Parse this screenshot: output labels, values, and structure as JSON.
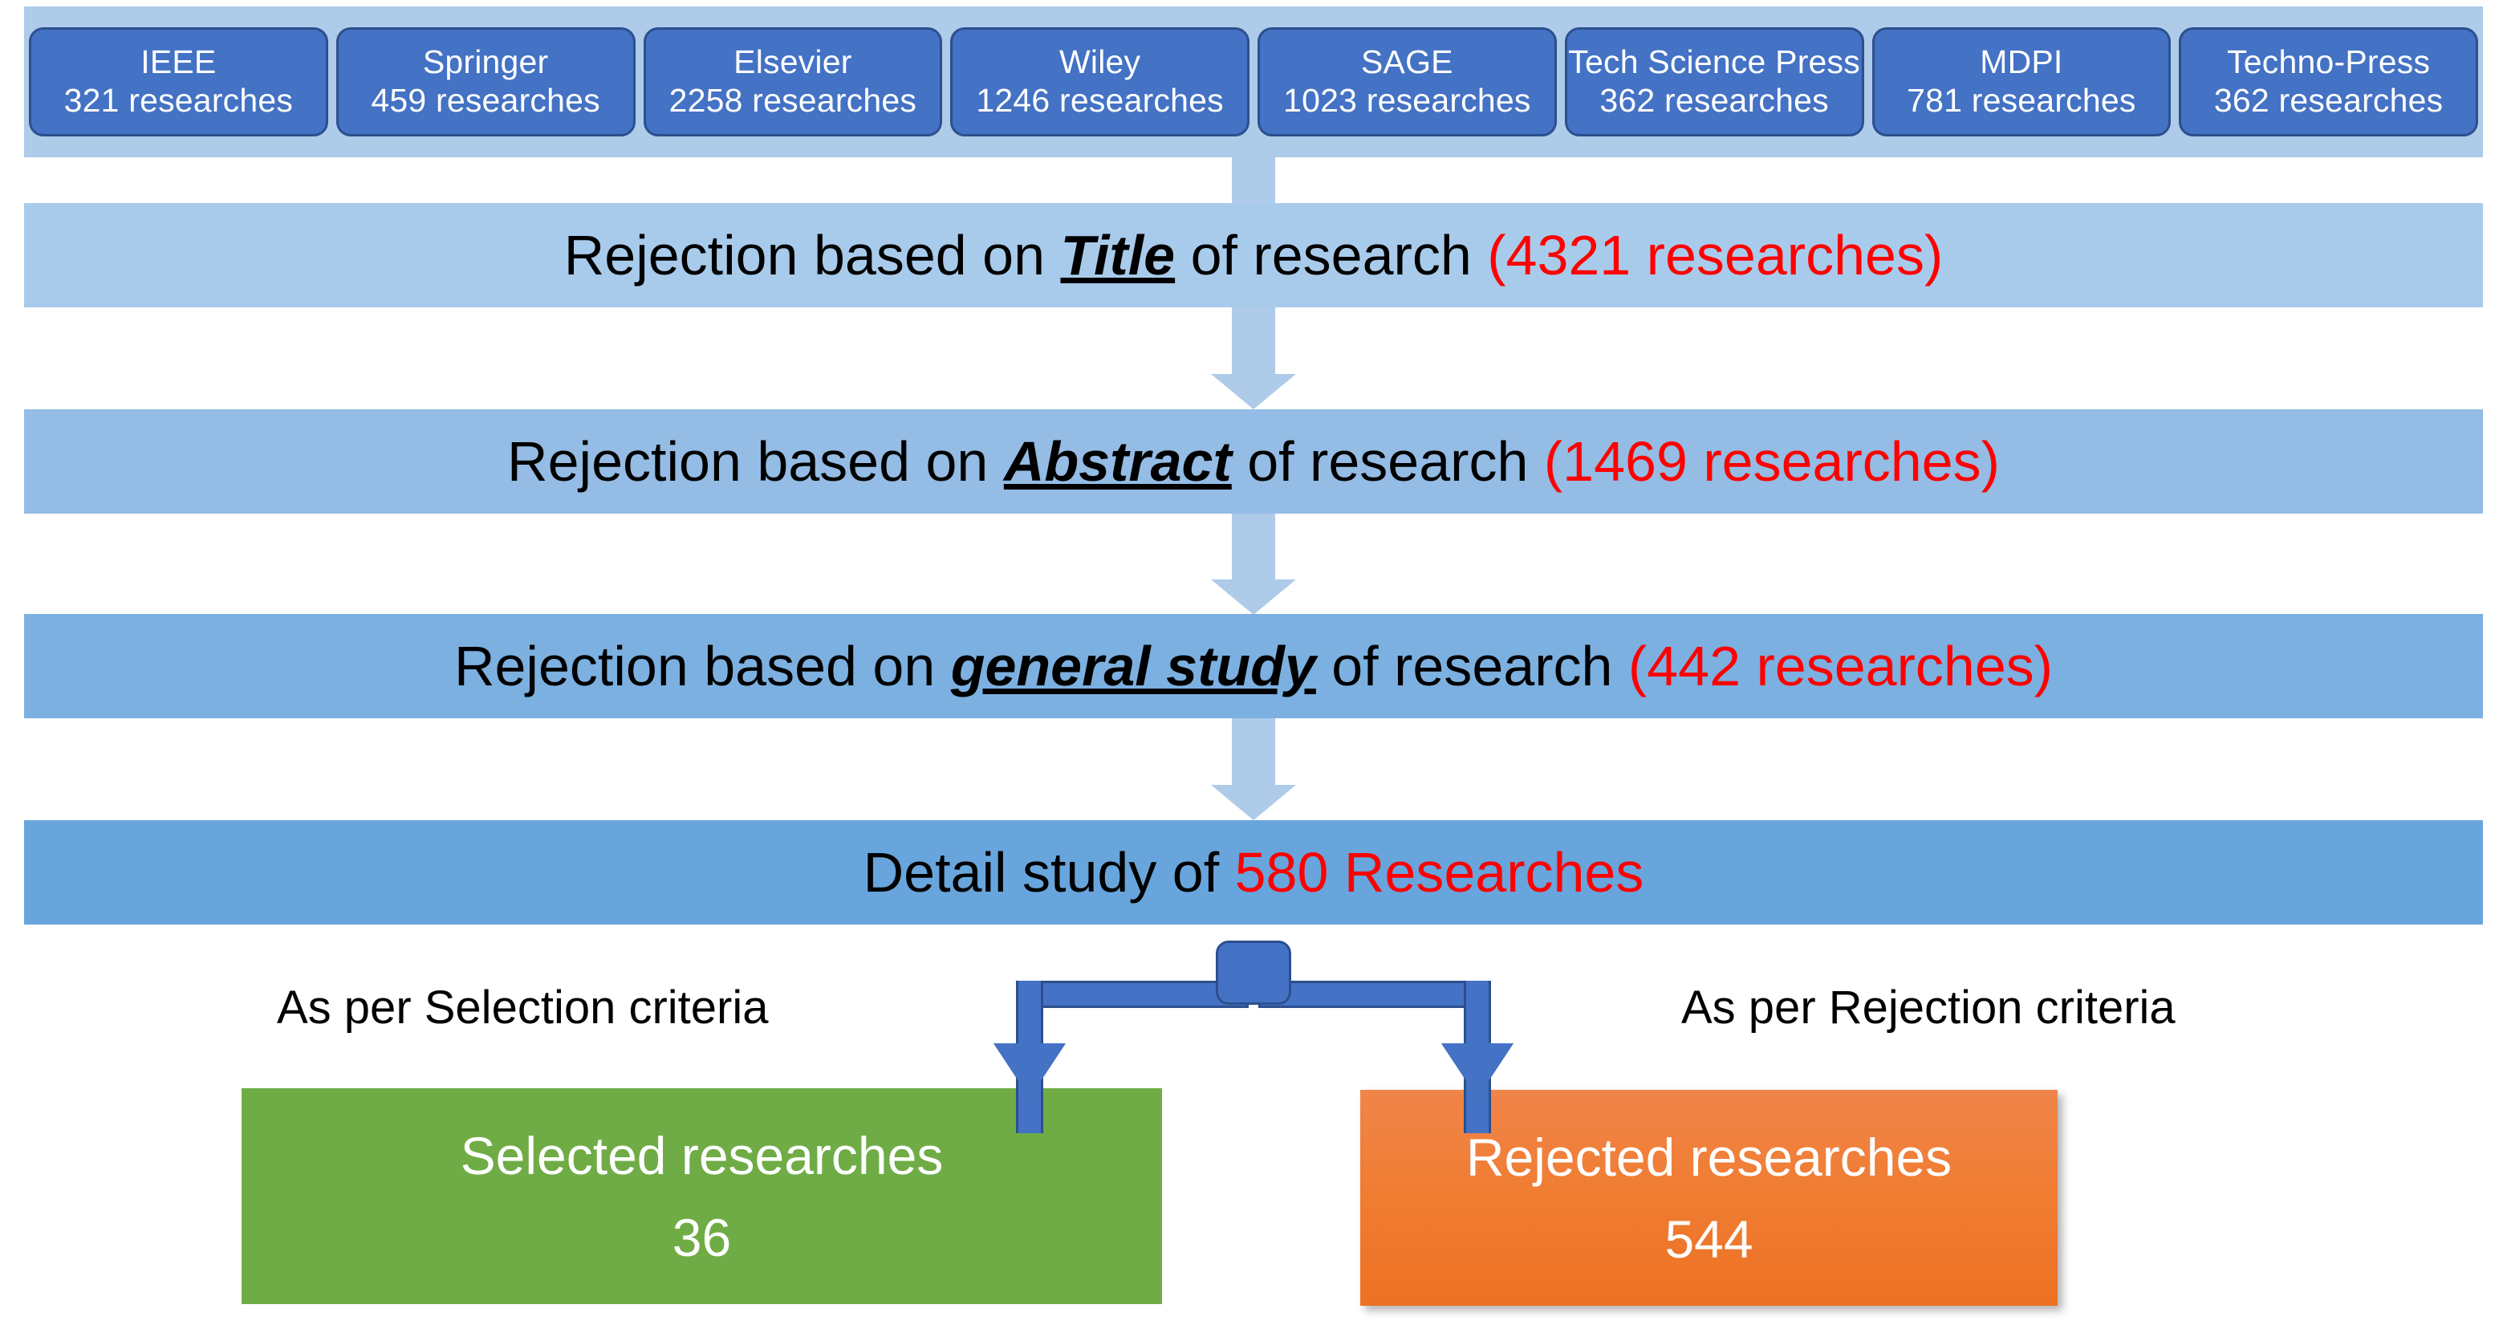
{
  "sources": {
    "container_name": "source-databases",
    "items": [
      {
        "name": "IEEE",
        "count": "321 researches"
      },
      {
        "name": "Springer",
        "count": "459 researches"
      },
      {
        "name": "Elsevier",
        "count": "2258 researches"
      },
      {
        "name": "Wiley",
        "count": "1246 researches"
      },
      {
        "name": "SAGE",
        "count": "1023 researches"
      },
      {
        "name": "Tech Science Press",
        "count": "362 researches"
      },
      {
        "name": "MDPI",
        "count": "781 researches"
      },
      {
        "name": "Techno-Press",
        "count": "362 researches"
      }
    ]
  },
  "stages": [
    {
      "prefix": "Rejection based on ",
      "keyword": "Title",
      "suffix": " of research ",
      "count": "(4321 researches)"
    },
    {
      "prefix": "Rejection based on ",
      "keyword": "Abstract",
      "suffix": " of research ",
      "count": "(1469 researches)"
    },
    {
      "prefix": "Rejection based on ",
      "keyword": "general study",
      "suffix": " of research  ",
      "count": "(442 researches)"
    }
  ],
  "detail": {
    "prefix": "Detail study of ",
    "count": "580 Researches"
  },
  "branch": {
    "left_label": "As per Selection criteria",
    "right_label": "As per Rejection criteria"
  },
  "outcomes": {
    "selected": {
      "title": "Selected researches",
      "count": "36"
    },
    "rejected": {
      "title": "Rejected researches",
      "count": "544"
    }
  },
  "colors": {
    "source_box": "#4472c4",
    "source_container": "#aecbe9",
    "band_1": "#a9cbeb",
    "band_2": "#94bce4",
    "band_3": "#7cb0e0",
    "band_4": "#68a5dc",
    "count_red": "#ff0000",
    "selected_green": "#6fac46",
    "rejected_orange": "#ed7123",
    "arrow_blue": "#4472c4"
  }
}
